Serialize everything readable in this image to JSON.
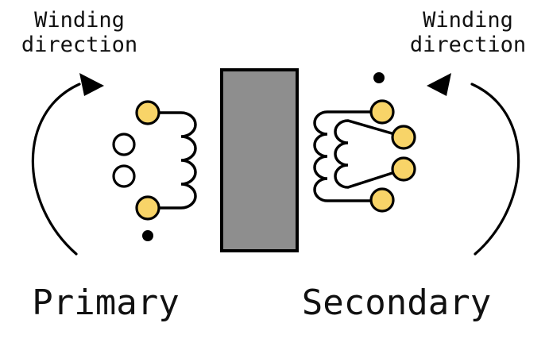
{
  "diagram": {
    "winding_left": {
      "line1": "Winding",
      "line2": "direction"
    },
    "winding_right": {
      "line1": "Winding",
      "line2": "direction"
    },
    "primary_label": "Primary",
    "secondary_label": "Secondary",
    "colors": {
      "core_fill": "#8e8e8e",
      "wire_yellow": "#f8d468",
      "wire_white": "#ffffff",
      "line": "#000000",
      "background": "#ffffff"
    }
  }
}
